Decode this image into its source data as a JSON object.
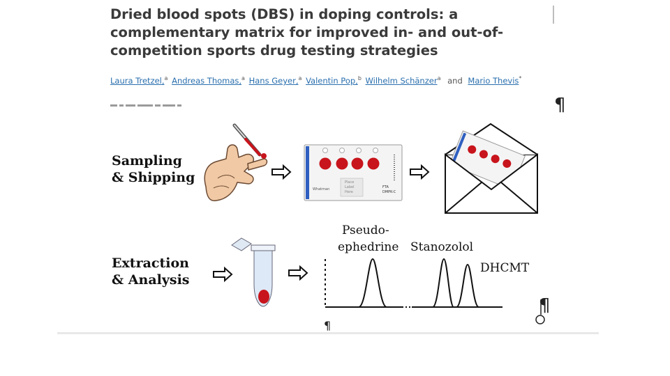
{
  "article": {
    "title_lines": [
      "Dried blood spots (DBS) in doping controls: a",
      "complementary matrix for improved in- and out-of-",
      "competition sports drug testing strategies"
    ],
    "authors": [
      {
        "name": "Laura Tretzel,",
        "sup": "a"
      },
      {
        "name": "Andreas Thomas,",
        "sup": "a"
      },
      {
        "name": "Hans Geyer,",
        "sup": "a"
      },
      {
        "name": "Valentin Pop,",
        "sup": "b"
      },
      {
        "name": "Wilhelm Schänzer",
        "sup": "a"
      },
      {
        "name": "Mario Thevis",
        "sup": "*",
        "prefix": "and"
      }
    ]
  },
  "marks": {
    "pilcrow": "¶"
  },
  "figure": {
    "row1_label": [
      "Sampling",
      "& Shipping"
    ],
    "row2_label": [
      "Extraction",
      "& Analysis"
    ],
    "card_text": {
      "brand": "Whatman",
      "middle": [
        "Place",
        "Label",
        "Here"
      ],
      "right": [
        "FTA",
        "DMPK-C"
      ]
    },
    "peaks": [
      {
        "label_lines": [
          "Pseudo-",
          "ephedrine"
        ]
      },
      {
        "label_lines": [
          "Stanozolol"
        ]
      },
      {
        "label_lines": [
          "DHCMT"
        ]
      }
    ]
  },
  "colors": {
    "title": "#3a3a3a",
    "author_link": "#2a6fae",
    "blood": "#c8141c",
    "card_stripe": "#2f5fc0",
    "tube_liquid": "#dde9f7"
  }
}
